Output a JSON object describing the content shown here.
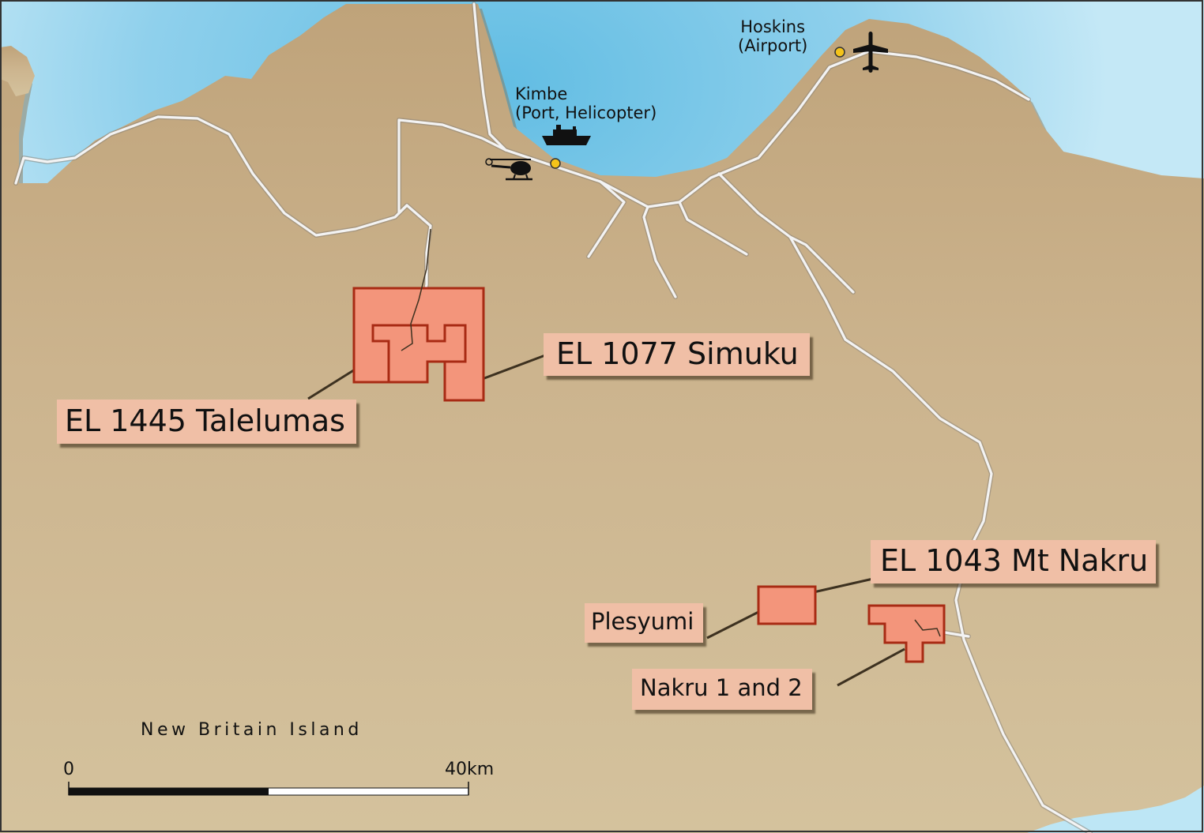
{
  "map": {
    "region_name": "New Britain Island",
    "colors": {
      "sea": "#bde6f5",
      "sea_deep": "#74c6e6",
      "land": "#cbb38b",
      "land_dark": "#bd9f74",
      "road": "#ffffff",
      "tenement_fill": "#f3957b",
      "tenement_border": "#a82b14",
      "label_box": "#f0bfa6",
      "town_dot": "#f4c31a"
    },
    "tenements": [
      {
        "label": "EL 1077 Simuku"
      },
      {
        "label": "EL 1445 Talelumas"
      },
      {
        "label": "EL 1043 Mt Nakru"
      },
      {
        "label": "Plesyumi"
      },
      {
        "label": "Nakru 1 and 2"
      }
    ],
    "towns": [
      {
        "name": "Hoskins",
        "detail": "(Airport)",
        "icon": "airplane-icon"
      },
      {
        "name": "Kimbe",
        "detail": "(Port, Helicopter)",
        "icons": [
          "ship-icon",
          "helicopter-icon"
        ]
      }
    ],
    "scale_bar": {
      "start_label": "0",
      "end_label": "40km"
    }
  }
}
